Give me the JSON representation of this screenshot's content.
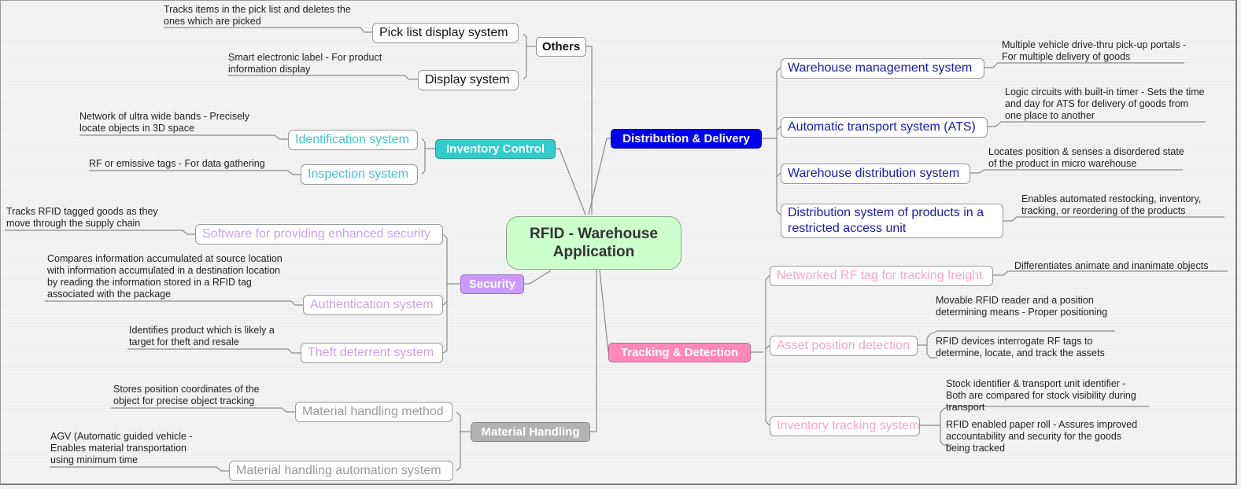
{
  "title": "RFID - Warehouse Application",
  "colors": {
    "root_bg": "#ccffcc",
    "others": "#ffffff",
    "inventory_control": "#33cccc",
    "security": "#cc99ff",
    "material_handling": "#b3b3b3",
    "distribution_delivery": "#0000ee",
    "tracking_detection": "#ff88bb"
  },
  "branches": {
    "others": {
      "label": "Others",
      "children": [
        {
          "label": "Pick list display system",
          "notes": [
            "Tracks items in the pick list and deletes the ones which are picked"
          ]
        },
        {
          "label": "Display system",
          "notes": [
            "Smart electronic label - For product information display"
          ]
        }
      ]
    },
    "inventory_control": {
      "label": "Inventory Control",
      "children": [
        {
          "label": "Identification system",
          "notes": [
            "Network of ultra wide bands - Precisely locate objects in 3D space"
          ]
        },
        {
          "label": "Inspection system",
          "notes": [
            "RF or emissive tags - For data gathering"
          ]
        }
      ]
    },
    "security": {
      "label": "Security",
      "children": [
        {
          "label": "Software for providing enhanced security",
          "notes": [
            "Tracks RFID tagged goods as they move through the supply chain"
          ]
        },
        {
          "label": "Authentication system",
          "notes": [
            "Compares information accumulated at source location with  information accumulated in a destination location by reading the information stored in a RFID tag associated with the package"
          ]
        },
        {
          "label": "Theft deterrent system",
          "notes": [
            "Identifies product which is likely a  target for theft and resale"
          ]
        }
      ]
    },
    "material_handling": {
      "label": "Material Handling",
      "children": [
        {
          "label": "Material handling method",
          "notes": [
            "Stores position coordinates of the object for precise object tracking"
          ]
        },
        {
          "label": "Material handling automation system",
          "notes": [
            "AGV (Automatic guided vehicle - Enables material transportation using minimum time"
          ]
        }
      ]
    },
    "distribution_delivery": {
      "label": "Distribution & Delivery",
      "children": [
        {
          "label": "Warehouse management system",
          "notes": [
            "Multiple vehicle drive-thru pick-up portals - For multiple delivery of goods"
          ]
        },
        {
          "label": "Automatic transport system (ATS)",
          "notes": [
            "Logic circuits with built-in timer - Sets the time and day for ATS for delivery of goods from one place to another"
          ]
        },
        {
          "label": "Warehouse distribution system",
          "notes": [
            "Locates position & senses a disordered state of the product in micro warehouse"
          ]
        },
        {
          "label": "Distribution system of products in a restricted access unit",
          "notes": [
            "Enables automated restocking, inventory, tracking, or reordering of the products"
          ]
        }
      ]
    },
    "tracking_detection": {
      "label": "Tracking & Detection",
      "children": [
        {
          "label": "Networked RF tag for tracking freight",
          "notes": [
            "Differentiates animate and inanimate objects"
          ]
        },
        {
          "label": "Asset position detection",
          "notes": [
            "Movable RFID reader and a position determining means - Proper positioning",
            "RFID devices interrogate RF tags to determine, locate, and track the assets"
          ]
        },
        {
          "label": "Inventory tracking system",
          "notes": [
            "Stock identifier & transport unit identifier - Both are compared for stock visibility during transport",
            "RFID enabled paper roll - Assures improved accountability and security for the goods being tracked"
          ]
        }
      ]
    }
  }
}
